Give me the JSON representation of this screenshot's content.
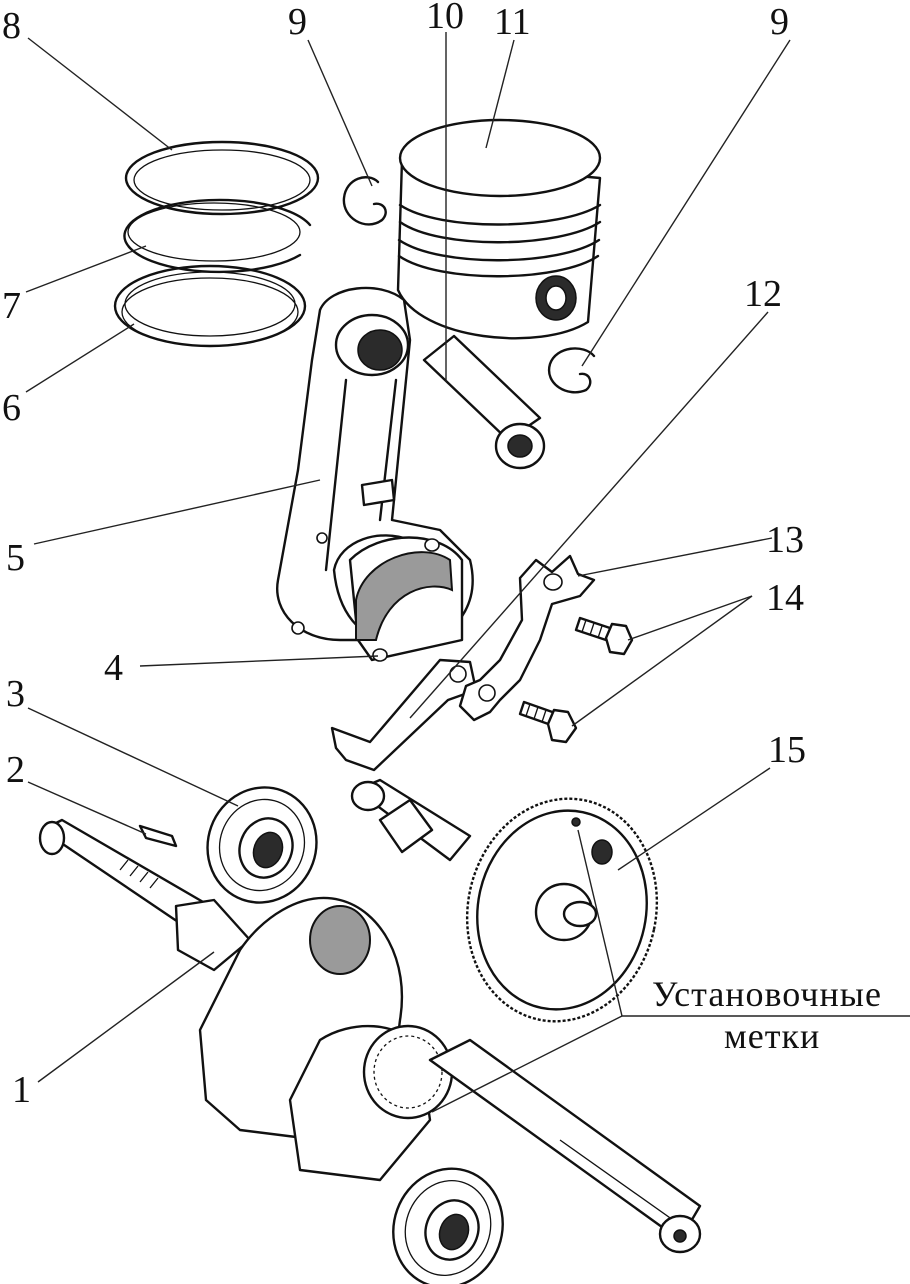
{
  "callouts": {
    "n1": "1",
    "n2": "2",
    "n3": "3",
    "n4": "4",
    "n5": "5",
    "n6": "6",
    "n7": "7",
    "n8": "8",
    "n9a": "9",
    "n9b": "9",
    "n10": "10",
    "n11": "11",
    "n12": "12",
    "n13": "13",
    "n14": "14",
    "n15": "15"
  },
  "caption": {
    "line1": "Установочные",
    "line2": "метки"
  }
}
